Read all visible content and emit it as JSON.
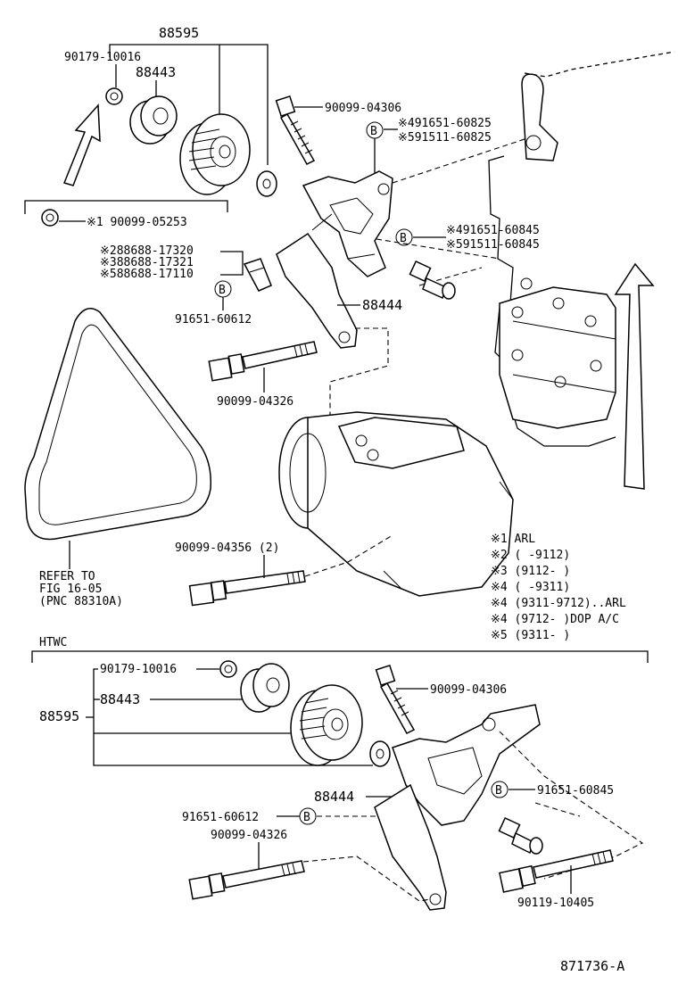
{
  "top": {
    "assembly": "88595",
    "nut": "90179-10016",
    "idler": "88443",
    "nut_alt": "※1 90099-05253",
    "bolt_top": "90099-04306",
    "ref_b1_a": "※491651-60825",
    "ref_b1_b": "※591511-60825",
    "ref_b2_a": "※491651-60845",
    "ref_b2_b": "※591511-60845",
    "clip_a": "※288688-17320",
    "clip_b": "※388688-17321",
    "clip_c": "※588688-17110",
    "clip_bolt": "91651-60612",
    "bracket": "88444",
    "long_bolt": "90099-04326",
    "comp_bolt": "90099-04356 (2)",
    "refer_1": "REFER TO",
    "refer_2": "FIG 16-05",
    "refer_3": "(PNC 88310A)",
    "callout_b": "B"
  },
  "legend": [
    "※1 ARL",
    "※2 (      -9112)",
    "※3 (9112-      )",
    "※4 (      -9311)",
    "※4 (9311-9712)..ARL",
    "※4 (9712-      )DOP A/C",
    "※5 (9311-      )"
  ],
  "htwc": {
    "title": "HTWC",
    "nut": "90179-10016",
    "idler": "88443",
    "assembly": "88595",
    "bolt_top": "90099-04306",
    "bolt_b": "91651-60845",
    "bracket": "88444",
    "clip_bolt": "91651-60612",
    "long_bolt": "90099-04326",
    "bolt_bottom": "90119-10405",
    "callout_b": "B"
  },
  "diagram_code": "871736-A"
}
